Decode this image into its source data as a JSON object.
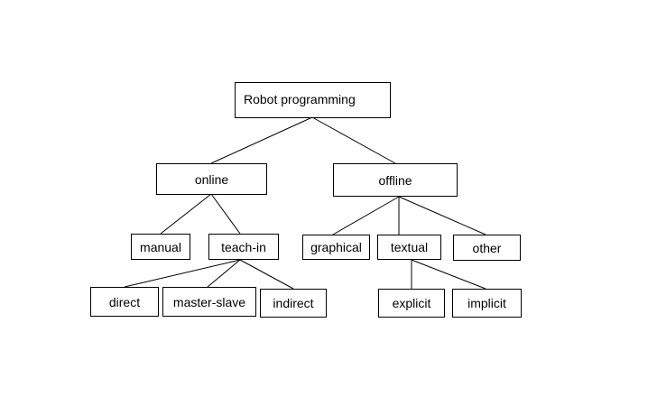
{
  "diagram": {
    "root": {
      "label": "Robot programming"
    },
    "online": {
      "label": "online",
      "manual": {
        "label": "manual"
      },
      "teach_in": {
        "label": "teach-in",
        "direct": {
          "label": "direct"
        },
        "master_slave": {
          "label": "master-slave"
        },
        "indirect": {
          "label": "indirect"
        }
      }
    },
    "offline": {
      "label": "offline",
      "graphical": {
        "label": "graphical"
      },
      "textual": {
        "label": "textual",
        "explicit": {
          "label": "explicit"
        },
        "implicit": {
          "label": "implicit"
        }
      },
      "other": {
        "label": "other"
      }
    }
  }
}
